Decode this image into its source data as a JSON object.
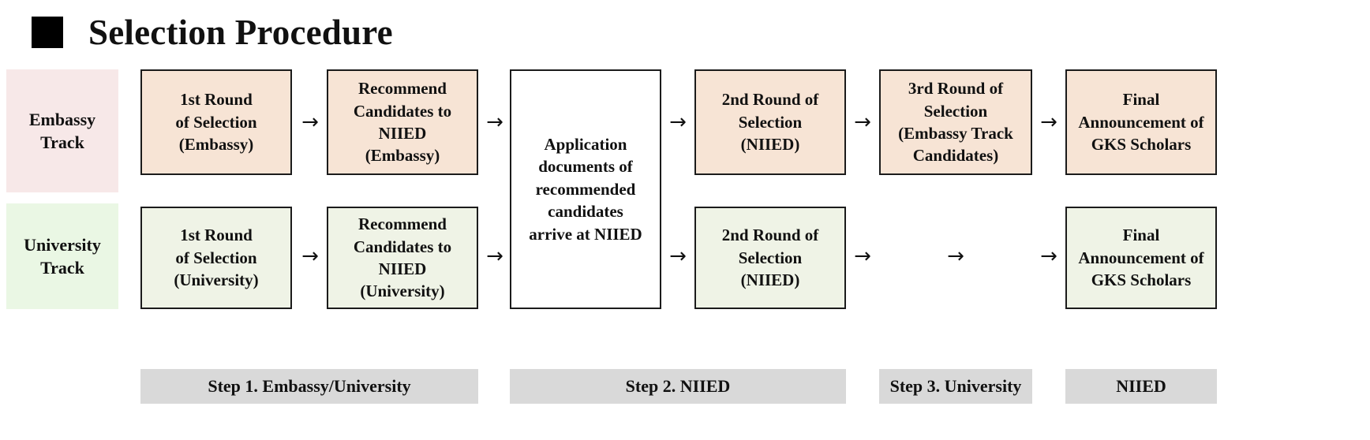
{
  "title": {
    "bullet": "black-square-bullet",
    "text": "Selection Procedure"
  },
  "tracks": [
    {
      "id": "embassy",
      "label": "Embassy\nTrack",
      "color": "#F7E8E8"
    },
    {
      "id": "university",
      "label": "University\nTrack",
      "color": "#EAF7E4"
    }
  ],
  "colors": {
    "embassy_box": "#F7E4D5",
    "university_box": "#EFF3E6",
    "shared_box": "#FFFFFF",
    "step_bar": "#D9D9D9",
    "border": "#1B1B1B",
    "text": "#111111"
  },
  "embassy_row": {
    "boxes": [
      {
        "name": "first-round-embassy",
        "lines": [
          "1st Round",
          "of Selection",
          "(Embassy)"
        ]
      },
      {
        "name": "recommend-candidates-embassy",
        "lines": [
          "Recommend",
          "Candidates to",
          "NIIED",
          "(Embassy)"
        ]
      },
      {
        "name": "second-round-niied",
        "lines": [
          "2nd Round of",
          "Selection",
          "(NIIED)"
        ]
      },
      {
        "name": "third-round-embassy",
        "lines": [
          "3rd Round of",
          "Selection",
          "(Embassy Track",
          "Candidates)"
        ]
      },
      {
        "name": "final-announcement-embassy",
        "lines": [
          "Final",
          "Announcement of",
          "GKS Scholars"
        ]
      }
    ],
    "arrows": 5
  },
  "university_row": {
    "boxes": [
      {
        "name": "first-round-university",
        "lines": [
          "1st Round",
          "of Selection",
          "(University)"
        ]
      },
      {
        "name": "recommend-candidates-university",
        "lines": [
          "Recommend",
          "Candidates to",
          "NIIED",
          "(University)"
        ]
      },
      {
        "name": "second-round-niied",
        "lines": [
          "2nd Round of",
          "Selection",
          "(NIIED)"
        ]
      },
      {
        "name": "final-announcement-university",
        "lines": [
          "Final",
          "Announcement of",
          "GKS Scholars"
        ]
      }
    ],
    "arrows": 6
  },
  "shared_box": {
    "name": "application-documents-arrive",
    "lines": [
      "Application",
      "documents of",
      "recommended",
      "candidates",
      "arrive at NIIED"
    ]
  },
  "arrow_glyph": "→",
  "step_bars": [
    {
      "name": "step-1",
      "label": "Step 1. Embassy/University"
    },
    {
      "name": "step-2",
      "label": "Step 2. NIIED"
    },
    {
      "name": "step-3",
      "label": "Step 3. University"
    },
    {
      "name": "step-4",
      "label": "NIIED"
    }
  ]
}
